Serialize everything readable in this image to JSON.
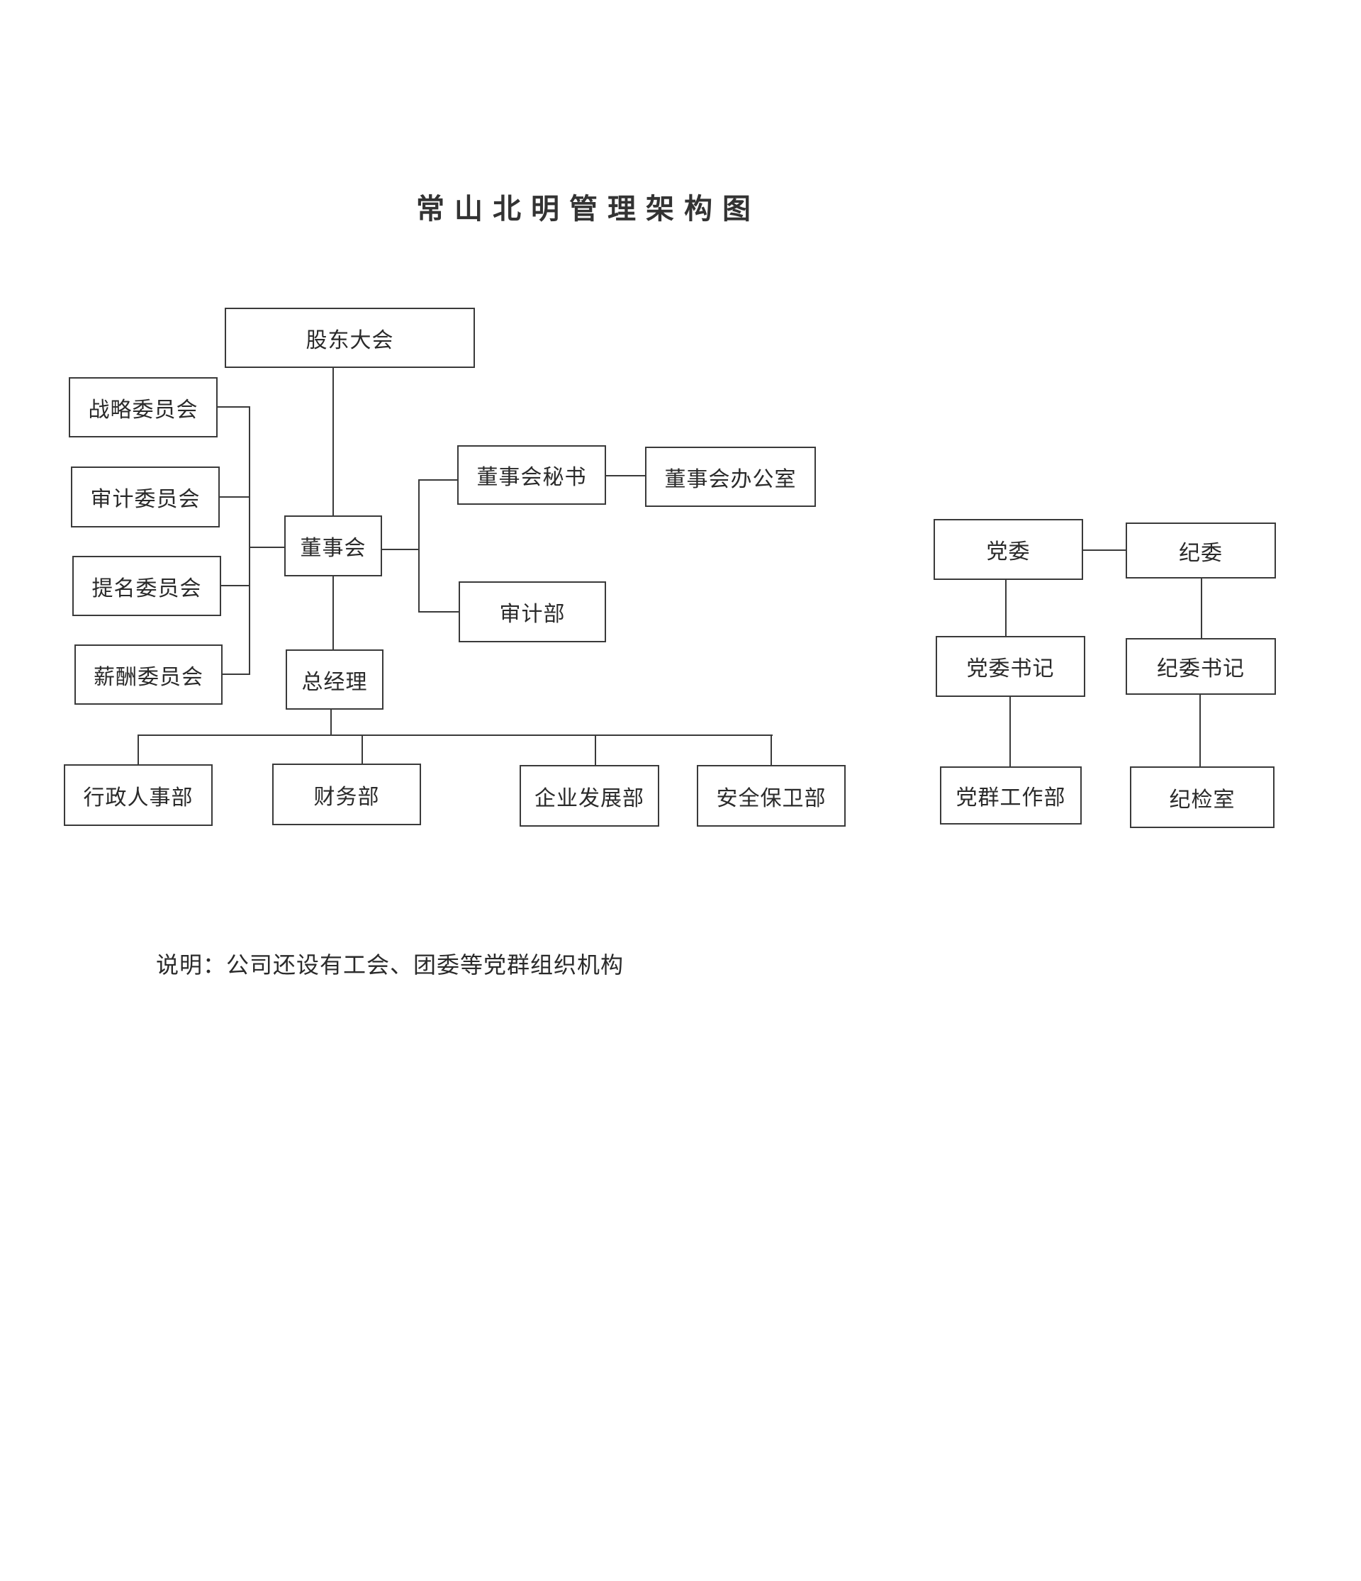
{
  "title": "常山北明管理架构图",
  "nodes": {
    "shareholders": "股东大会",
    "strategy_committee": "战略委员会",
    "audit_committee": "审计委员会",
    "nomination_committee": "提名委员会",
    "compensation_committee": "薪酬委员会",
    "board": "董事会",
    "board_secretary": "董事会秘书",
    "board_office": "董事会办公室",
    "audit_dept": "审计部",
    "general_manager": "总经理",
    "admin_hr": "行政人事部",
    "finance": "财务部",
    "enterprise_dev": "企业发展部",
    "security": "安全保卫部",
    "party_committee": "党委",
    "discipline_committee": "纪委",
    "party_secretary": "党委书记",
    "discipline_secretary": "纪委书记",
    "party_work_dept": "党群工作部",
    "discipline_office": "纪检室"
  },
  "note": "说明：公司还设有工会、团委等党群组织机构"
}
